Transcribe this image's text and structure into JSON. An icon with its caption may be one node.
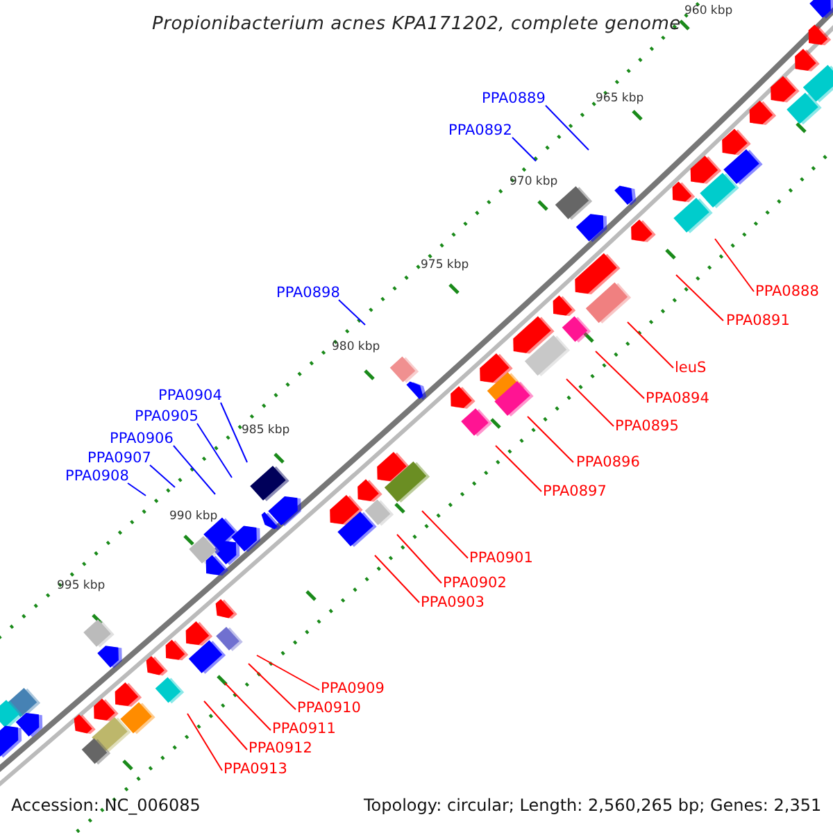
{
  "diagram": {
    "title": "Propionibacterium acnes KPA171202, complete genome",
    "nodes": [
      {
        "text": [
          "PPA0889"
        ]
      },
      {
        "text": [
          "PPA0892"
        ]
      },
      {
        "text": [
          "PPA0898"
        ]
      },
      {
        "text": [
          "PPA0904"
        ]
      },
      {
        "text": [
          "PPA0905"
        ]
      },
      {
        "text": [
          "PPA0906"
        ]
      },
      {
        "text": [
          "PPA0907"
        ]
      },
      {
        "text": [
          "PPA0908"
        ]
      },
      {
        "text": [
          "PPA0888"
        ]
      },
      {
        "text": [
          "PPA0891"
        ]
      },
      {
        "text": [
          "leuS"
        ]
      },
      {
        "text": [
          "PPA0894"
        ]
      },
      {
        "text": [
          "PPA0895"
        ]
      },
      {
        "text": [
          "PPA0896"
        ]
      },
      {
        "text": [
          "PPA0897"
        ]
      },
      {
        "text": [
          "PPA0901"
        ]
      },
      {
        "text": [
          "PPA0902"
        ]
      },
      {
        "text": [
          "PPA0903"
        ]
      },
      {
        "text": [
          "PPA0909"
        ]
      },
      {
        "text": [
          "PPA0910"
        ]
      },
      {
        "text": [
          "PPA0911"
        ]
      },
      {
        "text": [
          "PPA0912"
        ]
      },
      {
        "text": [
          "PPA0913"
        ]
      }
    ],
    "edges": [
      {
        "from": 0,
        "to": null,
        "arrow": "none",
        "color": "#0000ff"
      },
      {
        "from": 1,
        "to": null,
        "arrow": "none",
        "color": "#0000ff"
      },
      {
        "from": 2,
        "to": null,
        "arrow": "none",
        "color": "#0000ff"
      },
      {
        "from": 3,
        "to": null,
        "arrow": "none",
        "color": "#0000ff"
      },
      {
        "from": 4,
        "to": null,
        "arrow": "none",
        "color": "#0000ff"
      },
      {
        "from": 5,
        "to": null,
        "arrow": "none",
        "color": "#0000ff"
      },
      {
        "from": 6,
        "to": null,
        "arrow": "none",
        "color": "#0000ff"
      },
      {
        "from": 7,
        "to": null,
        "arrow": "none",
        "color": "#0000ff"
      },
      {
        "from": 8,
        "to": null,
        "arrow": "none"
      },
      {
        "from": 9,
        "to": null,
        "arrow": "none"
      },
      {
        "from": 10,
        "to": null,
        "arrow": "none"
      },
      {
        "from": 11,
        "to": null,
        "arrow": "none"
      },
      {
        "from": 12,
        "to": null,
        "arrow": "none"
      },
      {
        "from": 13,
        "to": null,
        "arrow": "none"
      },
      {
        "from": 14,
        "to": null,
        "arrow": "none"
      },
      {
        "from": 15,
        "to": null,
        "arrow": "none"
      },
      {
        "from": 16,
        "to": null,
        "arrow": "none"
      },
      {
        "from": 17,
        "to": null,
        "arrow": "none"
      },
      {
        "from": 18,
        "to": null,
        "arrow": "none"
      },
      {
        "from": 19,
        "to": null,
        "arrow": "none"
      },
      {
        "from": 20,
        "to": null,
        "arrow": "none"
      },
      {
        "from": 21,
        "to": null,
        "arrow": "none"
      },
      {
        "from": 22,
        "to": null,
        "arrow": "none"
      }
    ],
    "labels": [
      "960 kbp",
      "965 kbp",
      "970 kbp",
      "975 kbp",
      "980 kbp",
      "985 kbp",
      "990 kbp",
      "995 kbp",
      "Accession: NC_006085",
      "Topology: circular; Length: 2,560,265 bp; Genes: 2,351"
    ]
  }
}
